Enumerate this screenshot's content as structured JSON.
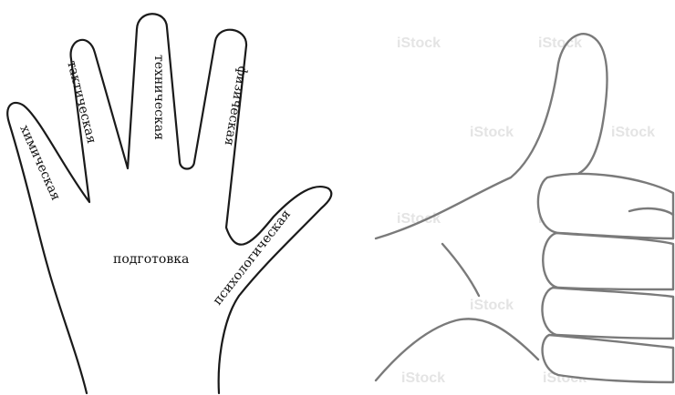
{
  "hand": {
    "finger_labels": {
      "little": "химическая",
      "ring": "тактическая",
      "middle": "техническая",
      "index": "физическая",
      "thumb": "психологическая"
    },
    "palm_label": "подготовка"
  },
  "thumbs_up": {
    "watermark_text": "iStock",
    "line_color": "#7a7a7a"
  },
  "colors": {
    "background": "#ffffff",
    "hand_outline": "#1a1a1a",
    "text": "#111111"
  }
}
